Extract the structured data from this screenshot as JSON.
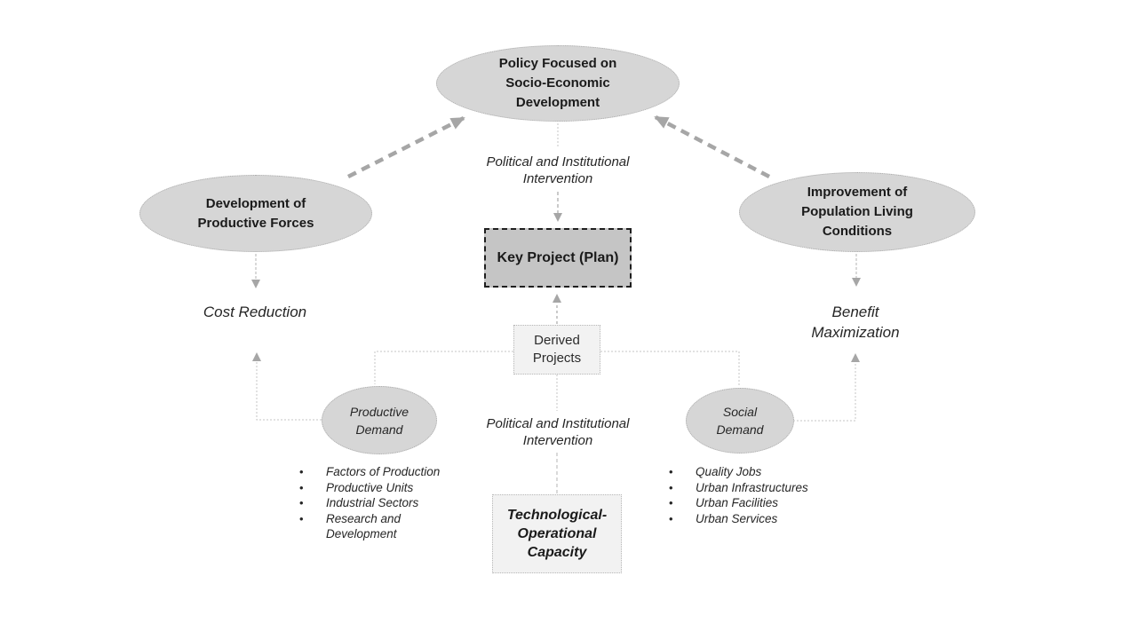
{
  "colors": {
    "ellipse_fill": "#d6d6d6",
    "ellipse_border": "#ababab",
    "key_box_fill": "#c5c5c5",
    "key_box_border": "#1f1f1f",
    "light_box_fill": "#f2f2f2",
    "light_box_border": "#b8b8b8",
    "arrow": "#a6a6a6",
    "line": "#bdbdbd",
    "text": "#1a1a1a"
  },
  "nodes": {
    "policy": "Policy Focused on Socio-Economic Development",
    "productive_forces": "Development of Productive Forces",
    "living_conditions": "Improvement of Population Living Conditions",
    "key_project": "Key Project (Plan)",
    "derived_projects": "Derived Projects",
    "productive_demand": "Productive Demand",
    "social_demand": "Social Demand",
    "tech_capacity": "Technological-Operational Capacity"
  },
  "labels": {
    "intervention_top": "Political and Institutional Intervention",
    "intervention_bottom": "Political and Institutional Intervention",
    "cost_reduction": "Cost Reduction",
    "benefit_maximization": "Benefit Maximization",
    "bullet_glyph": "•"
  },
  "lists": {
    "productive": [
      "Factors of Production",
      "Productive Units",
      "Industrial Sectors",
      "Research and Development"
    ],
    "social": [
      "Quality Jobs",
      "Urban Infrastructures",
      "Urban Facilities",
      "Urban Services"
    ]
  }
}
